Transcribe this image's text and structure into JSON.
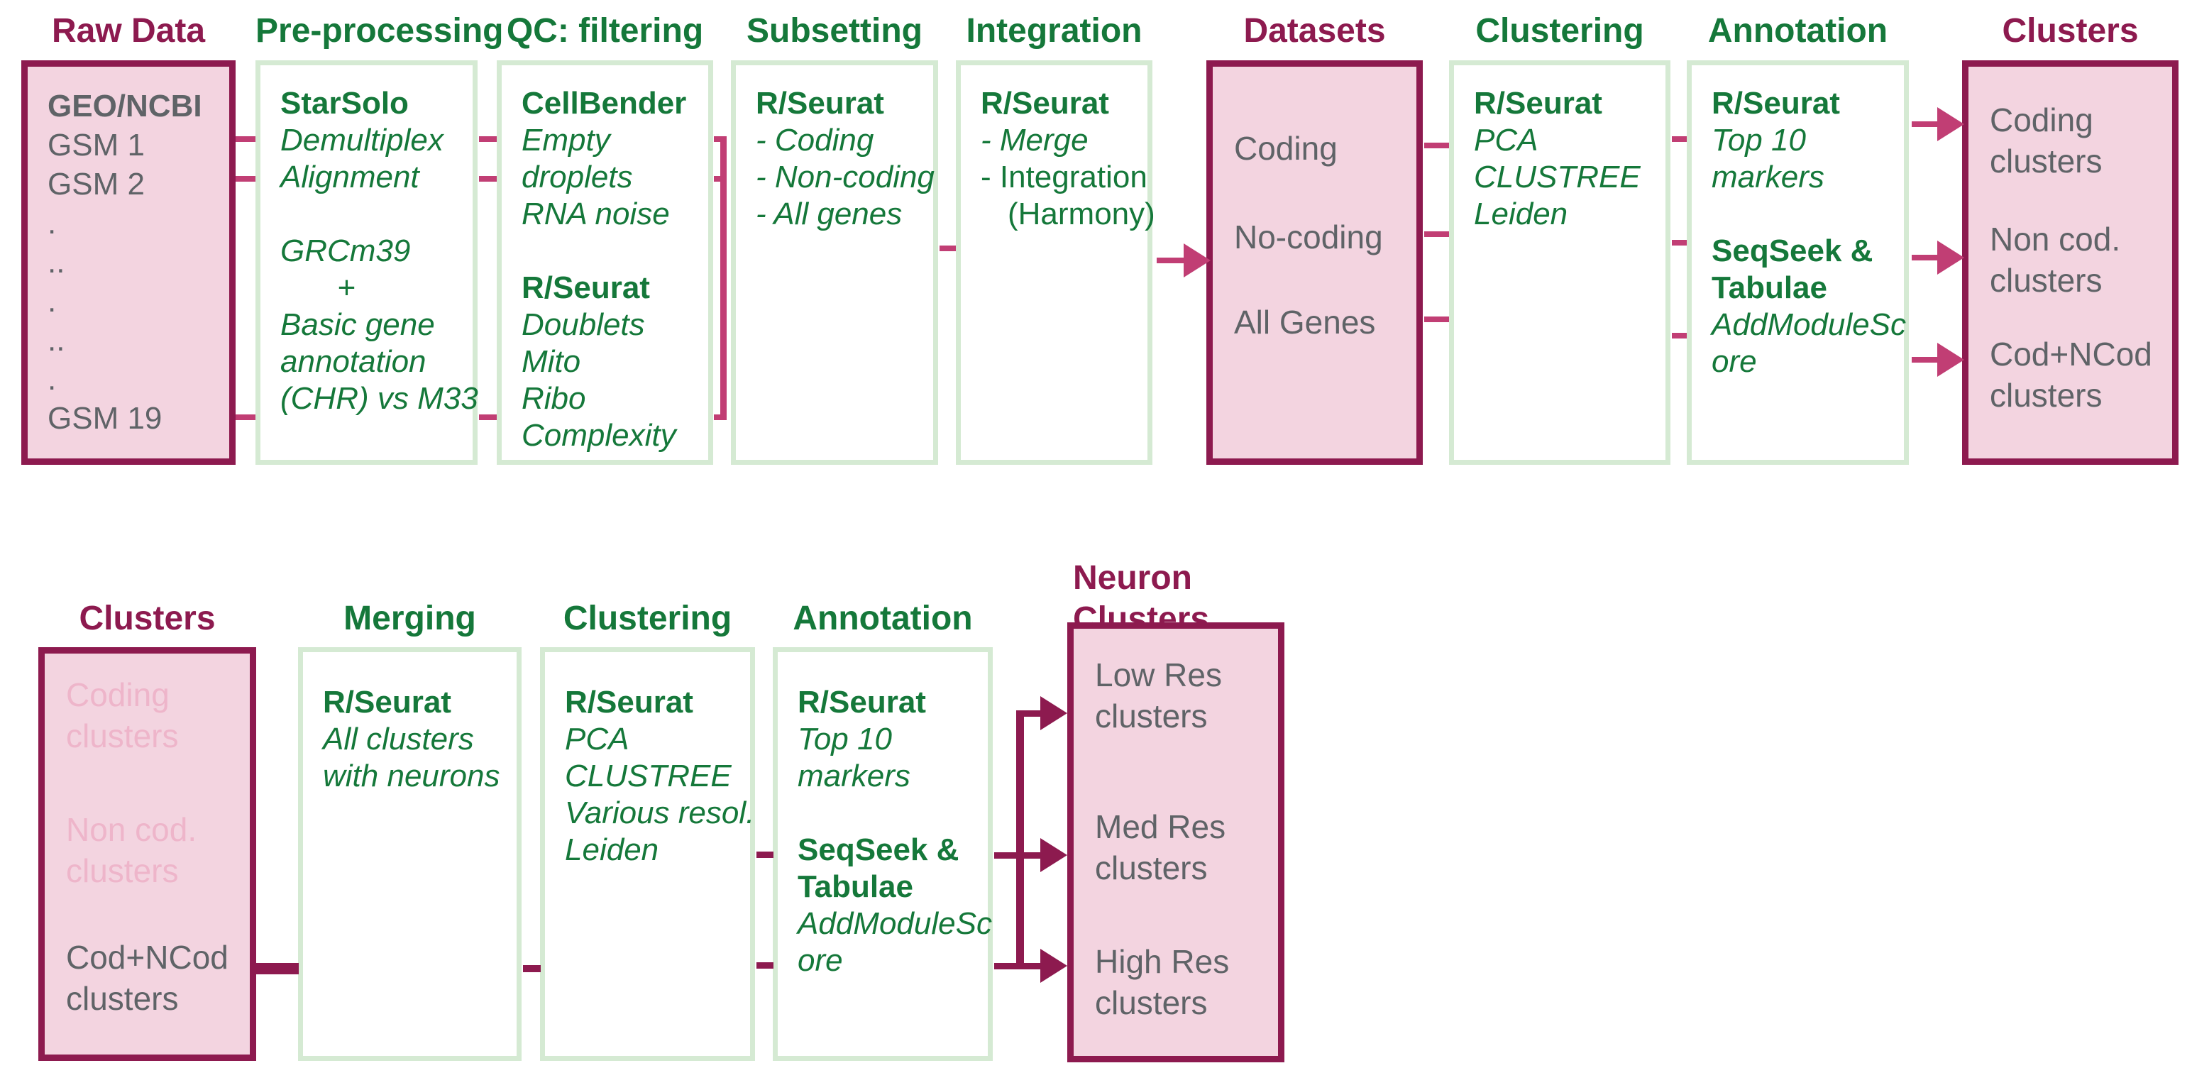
{
  "colors": {
    "maroon": "#8d1a4f",
    "magenta_connector": "#c13e74",
    "green_text": "#15783a",
    "pale_green_border": "#d5ead3",
    "pink_fill": "#f3d4e0",
    "faded_pink_text": "#eeb5ca",
    "gray_text": "#5f6367"
  },
  "top": {
    "raw_data": {
      "title": "Raw Data",
      "lines": [
        "GEO/NCBI",
        "GSM 1",
        "GSM 2",
        ".",
        "..",
        ".",
        "..",
        ".",
        "GSM 19"
      ]
    },
    "pre_processing": {
      "title": "Pre-processing",
      "lines": [
        "StarSolo",
        "Demultiplex",
        "Alignment",
        "GRCm39",
        "+",
        "Basic gene",
        "annotation",
        "(CHR) vs M33"
      ]
    },
    "qc_filtering": {
      "title": "QC: filtering",
      "lines": [
        "CellBender",
        "Empty",
        "droplets",
        "RNA noise",
        "R/Seurat",
        "Doublets",
        "Mito",
        "Ribo",
        "Complexity"
      ]
    },
    "subsetting": {
      "title": "Subsetting",
      "lines": [
        "R/Seurat",
        "- Coding",
        "- Non-coding",
        "- All genes"
      ]
    },
    "integration": {
      "title": "Integration",
      "lines": [
        "R/Seurat",
        "- Merge",
        "- Integration",
        "(Harmony)"
      ]
    },
    "datasets": {
      "title": "Datasets",
      "rows": [
        "Coding",
        "No-coding",
        "All Genes"
      ]
    },
    "clustering": {
      "title": "Clustering",
      "lines": [
        "R/Seurat",
        "PCA",
        "CLUSTREE",
        "Leiden"
      ]
    },
    "annotation": {
      "title": "Annotation",
      "lines": [
        "R/Seurat",
        "Top 10",
        "markers",
        "SeqSeek &",
        "Tabulae",
        "AddModuleSc",
        "ore"
      ]
    },
    "clusters": {
      "title": "Clusters",
      "rows": [
        {
          "l1": "Coding",
          "l2": "clusters"
        },
        {
          "l1": "Non cod.",
          "l2": "clusters"
        },
        {
          "l1": "Cod+NCod",
          "l2": "clusters"
        }
      ]
    }
  },
  "bottom": {
    "clusters": {
      "title": "Clusters",
      "rows": [
        {
          "l1": "Coding",
          "l2": "clusters"
        },
        {
          "l1": "Non cod.",
          "l2": "clusters"
        },
        {
          "l1": "Cod+NCod",
          "l2": "clusters"
        }
      ]
    },
    "merging": {
      "title": "Merging",
      "lines": [
        "R/Seurat",
        "All clusters",
        "with neurons"
      ]
    },
    "clustering": {
      "title": "Clustering",
      "lines": [
        "R/Seurat",
        "PCA",
        "CLUSTREE",
        "Various resol.",
        "Leiden"
      ]
    },
    "annotation": {
      "title": "Annotation",
      "lines": [
        "R/Seurat",
        "Top 10",
        "markers",
        "SeqSeek &",
        "Tabulae",
        "AddModuleSc",
        "ore"
      ]
    },
    "neuron_clusters": {
      "title_line1": "Neuron",
      "title_line2": "Clusters",
      "rows": [
        {
          "l1": "Low Res",
          "l2": "clusters"
        },
        {
          "l1": "Med Res",
          "l2": "clusters"
        },
        {
          "l1": "High Res",
          "l2": "clusters"
        }
      ]
    }
  }
}
